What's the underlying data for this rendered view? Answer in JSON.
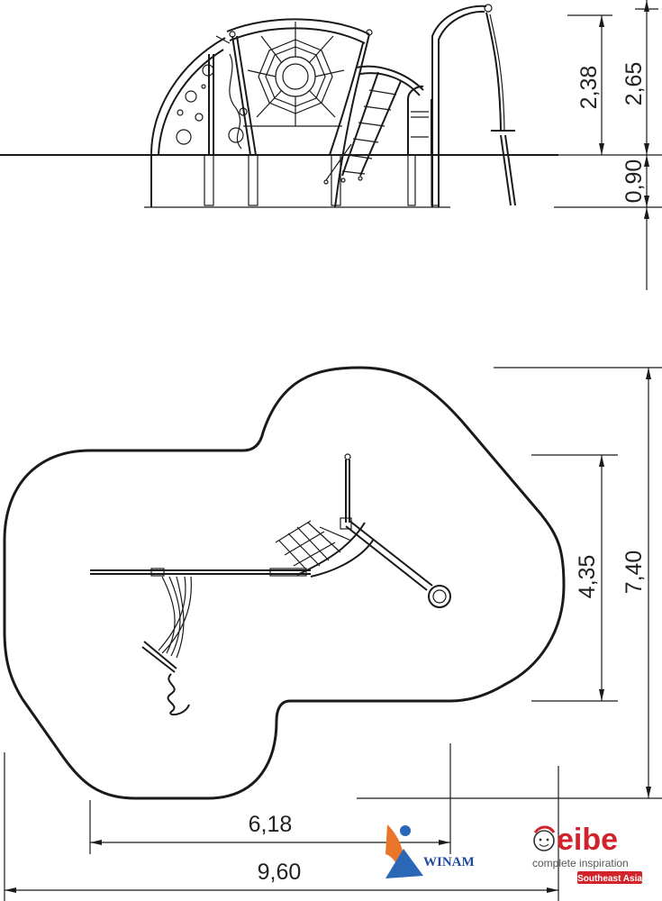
{
  "dimensions": {
    "height_top": "2,38",
    "height_total": "2,65",
    "depth_below": "0,90",
    "width_inner": "4,35",
    "width_outer": "7,40",
    "length_inner": "6,18",
    "length_outer": "9,60"
  },
  "logos": {
    "winam": "WINAM",
    "eibe": "eibe",
    "eibe_tagline": "complete inspiration",
    "eibe_region": "Southeast Asia"
  }
}
